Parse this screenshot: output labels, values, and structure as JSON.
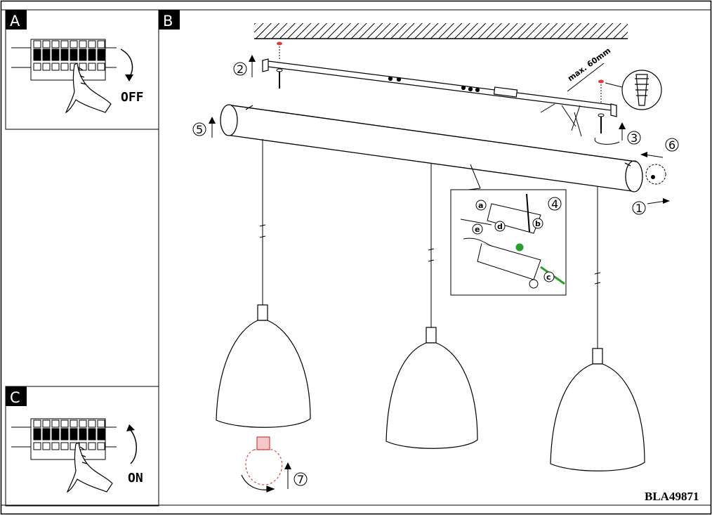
{
  "panels": {
    "a": {
      "letter": "A",
      "state_label": "OFF"
    },
    "b": {
      "letter": "B"
    },
    "c": {
      "letter": "C",
      "state_label": "ON"
    }
  },
  "steps": [
    "1",
    "2",
    "3",
    "4",
    "5",
    "6",
    "7"
  ],
  "wiring_labels": {
    "a": "a",
    "b": "b",
    "c": "c",
    "d": "d",
    "e": "e"
  },
  "dimension_label": "max. 60mm",
  "reference_code": "BLA49871",
  "colors": {
    "ink": "#000000",
    "ground_wire": "#2a9d2a",
    "bulb": "#d94040"
  }
}
